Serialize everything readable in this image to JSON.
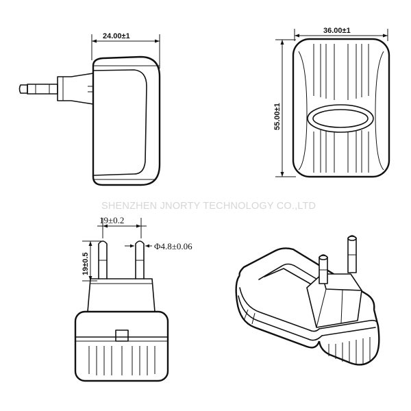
{
  "dimensions": {
    "side_width": "24.00±1",
    "front_width": "36.00±1",
    "front_height": "55.00±1",
    "pin_spacing": "19±0.2",
    "pin_diameter": "Φ4.8±0.06",
    "pin_length": "19±0.5"
  },
  "watermark": "SHENZHEN JNORTY TECHNOLOGY CO.,LTD"
}
